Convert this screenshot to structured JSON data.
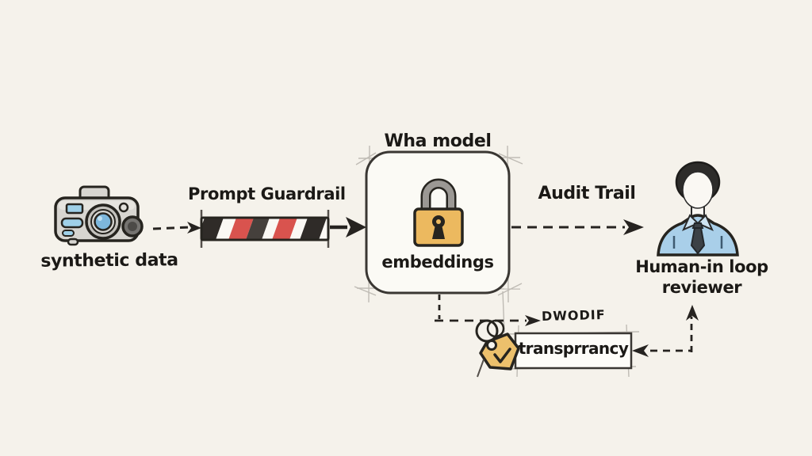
{
  "canvas": {
    "background": "#f5f2eb",
    "ink": "#262320"
  },
  "diagram": {
    "nodes": {
      "synthetic_data": {
        "label": "synthetic data",
        "icon": "camera-icon",
        "body_color": "#d7d5d0",
        "band_color": "#e6e4df",
        "lens_color": "#7db7dc",
        "window_color": "#9fd0e8"
      },
      "prompt_guardrail": {
        "label": "Prompt Guardrail",
        "stripes": [
          {
            "color": "#2f2b28",
            "w": 24
          },
          {
            "color": "#faf8f4",
            "w": 16
          },
          {
            "color": "#d9534e",
            "w": 22
          },
          {
            "color": "#45403c",
            "w": 20
          },
          {
            "color": "#faf8f4",
            "w": 13
          },
          {
            "color": "#d9534e",
            "w": 22
          },
          {
            "color": "#faf8f4",
            "w": 13
          },
          {
            "color": "#2f2b28",
            "w": 24
          }
        ]
      },
      "model": {
        "title": "Wha model",
        "label": "embeddings",
        "icon": "lock-icon",
        "lock_body_color": "#ecb95f",
        "shackle_color": "#9b9894"
      },
      "audit_trail": {
        "label": "Audit Trail"
      },
      "reviewer": {
        "label_line1": "Human-in loop",
        "label_line2": "reviewer",
        "icon": "person-icon",
        "shirt_color": "#a9cfe9",
        "collar_color": "#cfe4f2",
        "tie_color": "#3c4146",
        "hair_color": "#2d2c2a",
        "skin_color": "#faf8f3"
      },
      "transparency": {
        "label": "transprrancy",
        "icon": "tag-icon",
        "tag_color": "#ecc06c"
      },
      "scribble": {
        "text": "DWODIF"
      }
    },
    "edges": [
      {
        "from": "synthetic_data",
        "to": "prompt_guardrail",
        "style": "dashed-arrow"
      },
      {
        "from": "prompt_guardrail",
        "to": "model",
        "style": "solid-arrow"
      },
      {
        "from": "model",
        "to": "reviewer",
        "style": "dashed-arrow",
        "label": "Audit Trail"
      },
      {
        "from": "model",
        "to": "transparency",
        "style": "dashed-arrow"
      },
      {
        "from": "transparency",
        "to": "reviewer",
        "style": "dashed-arrow-bidirectional"
      }
    ]
  }
}
